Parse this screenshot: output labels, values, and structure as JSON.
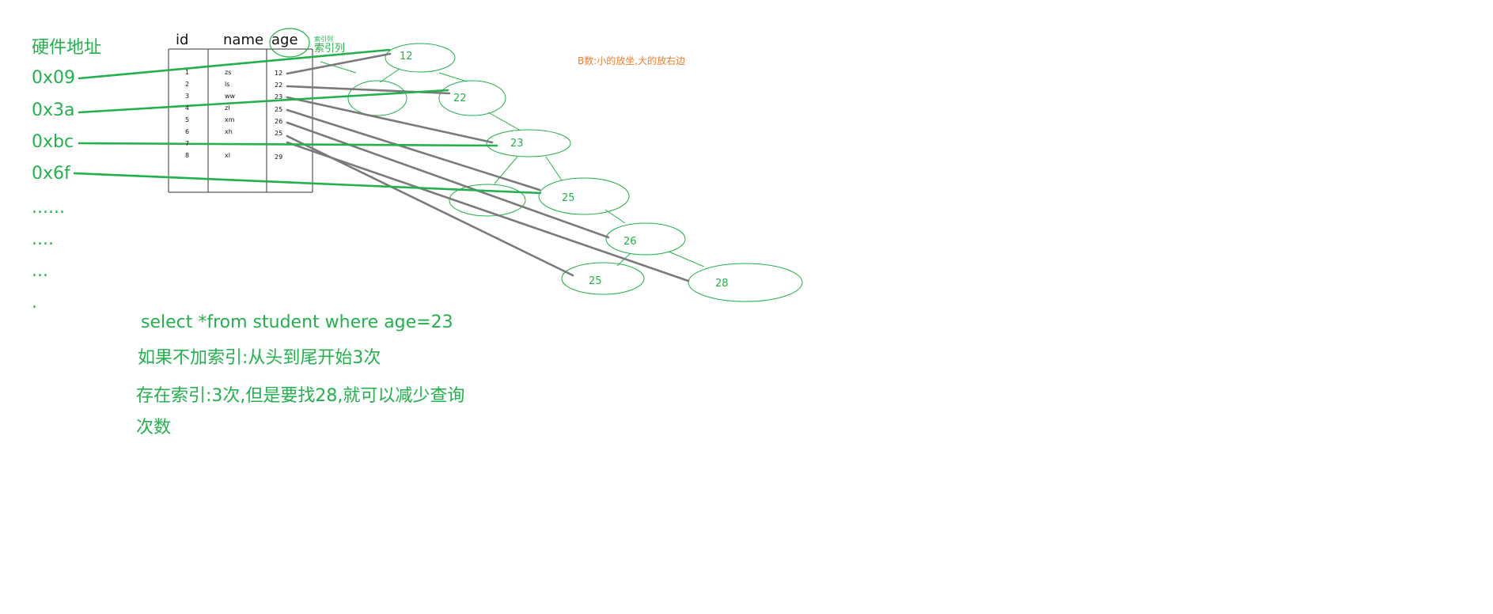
{
  "addresses": {
    "title": "硬件地址",
    "items": [
      "0x09",
      "0x3a",
      "0xbc",
      "0x6f",
      "......",
      "....",
      "...",
      "."
    ]
  },
  "table": {
    "headers": [
      "id",
      "name",
      "age"
    ],
    "rows": [
      [
        "1",
        "zs",
        "12"
      ],
      [
        "2",
        "ls",
        "22"
      ],
      [
        "3",
        "ww",
        "23"
      ],
      [
        "4",
        "zl",
        "25"
      ],
      [
        "5",
        "xm",
        "26"
      ],
      [
        "6",
        "xh",
        "25"
      ],
      [
        "7",
        "",
        ""
      ],
      [
        "8",
        "xl",
        "29"
      ]
    ]
  },
  "index_label": {
    "small": "索引列",
    "main": "索引列"
  },
  "btree_note": "B数:小的放坐,大的放右边",
  "tree_nodes": [
    "12",
    "",
    "22",
    "23",
    "",
    "25",
    "26",
    "25",
    "28"
  ],
  "notes": {
    "query": "select  *from student where age=23",
    "no_index": "如果不加索引:从头到尾开始3次",
    "with_index_1": "存在索引:3次,但是要找28,就可以减少查询",
    "with_index_2": "次数"
  }
}
